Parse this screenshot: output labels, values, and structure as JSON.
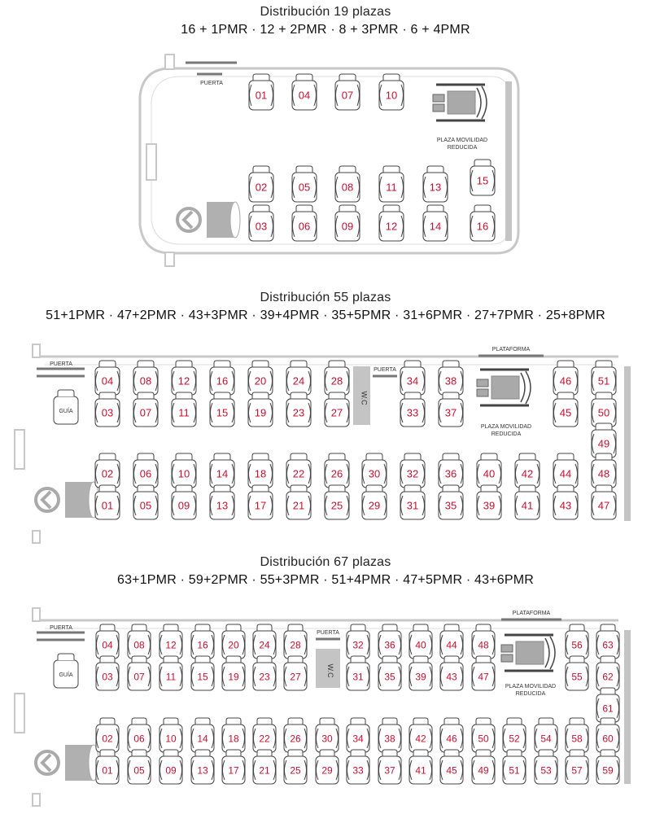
{
  "colors": {
    "outline": "#c8c8c8",
    "seat_outline": "#444444",
    "seat_number": "#c8102e",
    "label": "#333333",
    "block": "#c4c4c4",
    "dark_line": "#777777"
  },
  "icons": [
    "wheelchair-icon",
    "steering-wheel-icon"
  ],
  "sections": [
    {
      "title": "Distribución 19 plazas",
      "subtitle": "16 + 1PMR  ·  12 + 2PMR  ·  8 + 3PMR  ·  6 + 4PMR",
      "labels": {
        "door": "PUERTA",
        "pmr_line1": "PLAZA MOVILIDAD",
        "pmr_line2": "REDUCIDA"
      },
      "seats": [
        "01",
        "04",
        "07",
        "10",
        "02",
        "05",
        "08",
        "11",
        "13",
        "15",
        "03",
        "06",
        "09",
        "12",
        "14",
        "16"
      ]
    },
    {
      "title": "Distribución 55 plazas",
      "subtitle": "51+1PMR · 47+2PMR · 43+3PMR · 39+4PMR · 35+5PMR · 31+6PMR · 27+7PMR · 25+8PMR",
      "labels": {
        "door": "PUERTA",
        "door2": "PUERTA",
        "guide": "GUÍA",
        "wc": "W.C",
        "platform": "PLATAFORMA",
        "pmr_line1": "PLAZA MOVILIDAD",
        "pmr_line2": "REDUCIDA"
      },
      "seats": [
        "04",
        "08",
        "12",
        "16",
        "20",
        "24",
        "28",
        "34",
        "38",
        "46",
        "51",
        "03",
        "07",
        "11",
        "15",
        "19",
        "23",
        "27",
        "33",
        "37",
        "45",
        "50",
        "49",
        "02",
        "06",
        "10",
        "14",
        "18",
        "22",
        "26",
        "30",
        "32",
        "36",
        "40",
        "42",
        "44",
        "48",
        "01",
        "05",
        "09",
        "13",
        "17",
        "21",
        "25",
        "29",
        "31",
        "35",
        "39",
        "41",
        "43",
        "47"
      ]
    },
    {
      "title": "Distribución 67 plazas",
      "subtitle": "63+1PMR · 59+2PMR · 55+3PMR · 51+4PMR · 47+5PMR · 43+6PMR",
      "labels": {
        "door": "PUERTA",
        "door2": "PUERTA",
        "guide": "GUÍA",
        "wc": "W.C",
        "platform": "PLATAFORMA",
        "pmr_line1": "PLAZA MOVILIDAD",
        "pmr_line2": "REDUCIDA"
      },
      "seats": [
        "04",
        "08",
        "12",
        "16",
        "20",
        "24",
        "28",
        "32",
        "36",
        "40",
        "44",
        "48",
        "56",
        "63",
        "03",
        "07",
        "11",
        "15",
        "19",
        "23",
        "27",
        "31",
        "35",
        "39",
        "43",
        "47",
        "55",
        "62",
        "61",
        "02",
        "06",
        "10",
        "14",
        "18",
        "22",
        "26",
        "30",
        "34",
        "38",
        "42",
        "46",
        "50",
        "52",
        "54",
        "58",
        "60",
        "01",
        "05",
        "09",
        "13",
        "17",
        "21",
        "25",
        "29",
        "33",
        "37",
        "41",
        "45",
        "49",
        "51",
        "53",
        "57",
        "59"
      ]
    }
  ]
}
